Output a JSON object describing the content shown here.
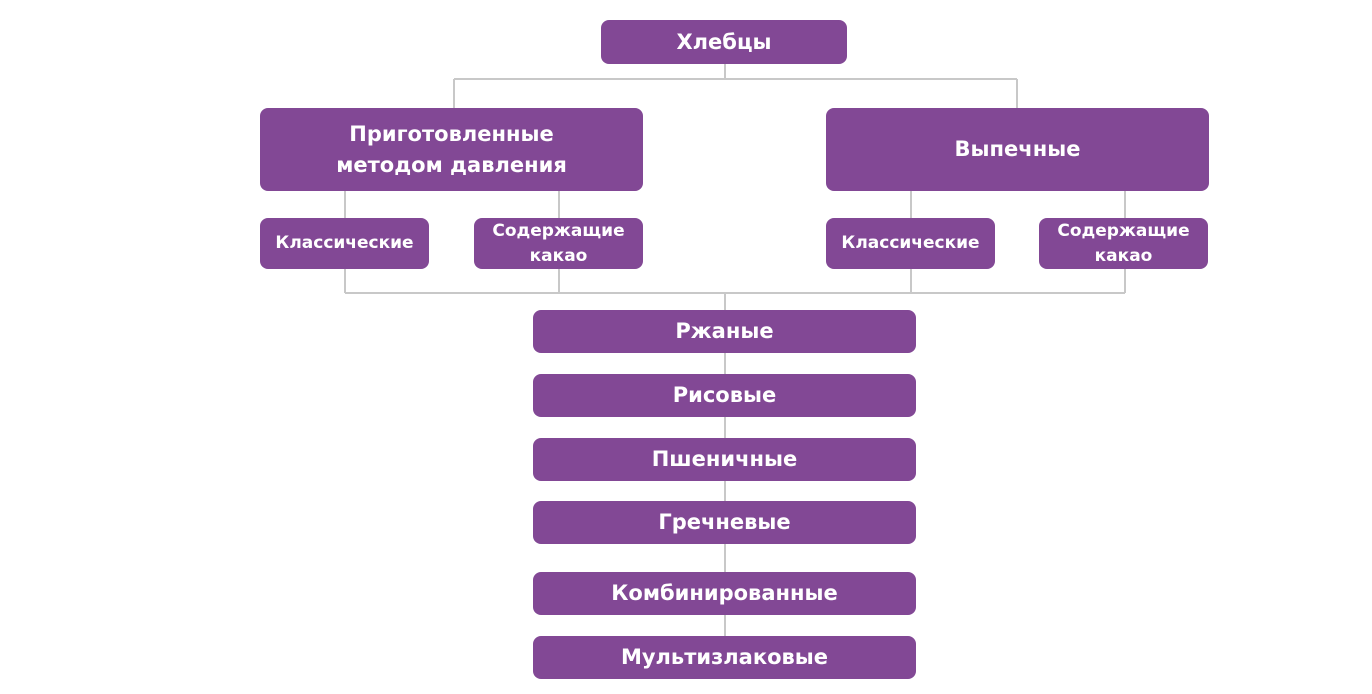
{
  "colors": {
    "node_fill": "#824895",
    "node_text": "#ffffff",
    "connector": "#c8c8c8"
  },
  "diagram": {
    "root": {
      "label": "Хлебцы"
    },
    "left_branch": {
      "label": "Приготовленные\nметодом давления",
      "children": [
        {
          "label": "Классические"
        },
        {
          "label": "Содержащие\nкакао"
        }
      ]
    },
    "right_branch": {
      "label": "Выпечные",
      "children": [
        {
          "label": "Классические"
        },
        {
          "label": "Содержащие\nкакао"
        }
      ]
    },
    "grain_types": [
      {
        "label": "Ржаные"
      },
      {
        "label": "Рисовые"
      },
      {
        "label": "Пшеничные"
      },
      {
        "label": "Гречневые"
      },
      {
        "label": "Комбинированные"
      },
      {
        "label": "Мультизлаковые"
      }
    ]
  }
}
